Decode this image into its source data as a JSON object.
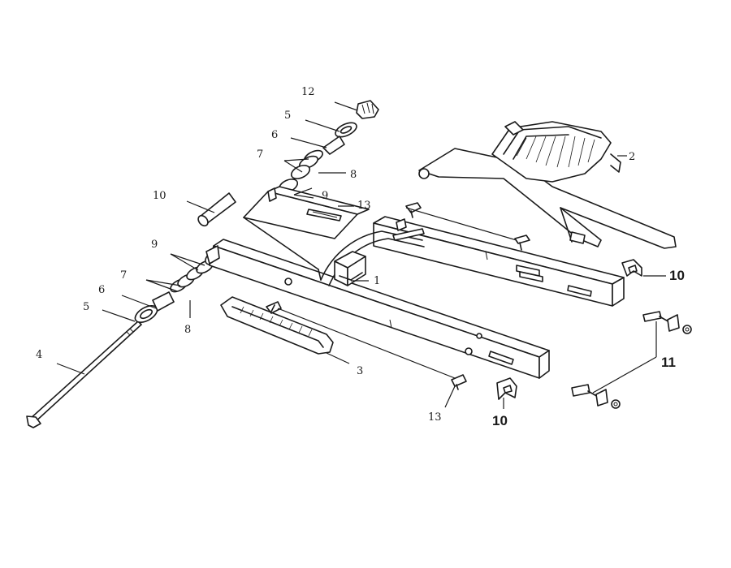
{
  "callouts": {
    "c1": "1",
    "c2": "2",
    "c3": "3",
    "c4": "4",
    "c5a": "5",
    "c5b": "5",
    "c6a": "6",
    "c6b": "6",
    "c7a": "7",
    "c7b": "7",
    "c8a": "8",
    "c8b": "8",
    "c9a": "9",
    "c9b": "9",
    "c10a": "10",
    "c10b": "10",
    "c10c": "10",
    "c11": "11",
    "c12": "12",
    "c13a": "13",
    "c13b": "13"
  }
}
